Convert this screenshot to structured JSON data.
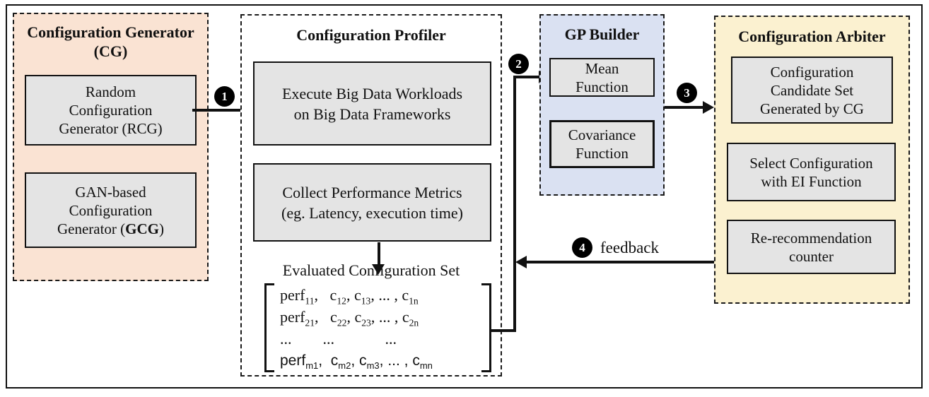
{
  "diagram": {
    "colors": {
      "cg_bg": "#fae3d3",
      "gp_bg": "#dae1f2",
      "arbiter_bg": "#fbf1d0",
      "box_bg": "#e4e4e4",
      "line": "#111111"
    },
    "cg": {
      "title": [
        "Configuration Generator",
        "(CG)"
      ],
      "rcg_lines": [
        "Random",
        "Configuration",
        "Generator (RCG)"
      ],
      "gcg_lines": [
        "GAN-based",
        "Configuration"
      ],
      "gcg_last_prefix": "Generator (",
      "gcg_acronym": "GCG",
      "gcg_last_suffix": ")"
    },
    "profiler": {
      "title": "Configuration Profiler",
      "execute_lines": [
        "Execute Big Data Workloads",
        "on Big Data Frameworks"
      ],
      "collect_lines": [
        "Collect Performance Metrics",
        "(eg. Latency, execution time)"
      ],
      "evaluated_label": "Evaluated Configuration Set",
      "matrix": {
        "rows": [
          {
            "font": "serif",
            "cells": [
              [
                "perf",
                "11"
              ],
              [
                ",   c",
                "12"
              ],
              [
                ", c",
                "13"
              ],
              [
                ", ... , c",
                "1n"
              ]
            ]
          },
          {
            "font": "serif",
            "cells": [
              [
                "perf",
                "21"
              ],
              [
                ",   c",
                "22"
              ],
              [
                ", c",
                "23"
              ],
              [
                ", ... , c",
                "2n"
              ]
            ]
          },
          {
            "font": "serif",
            "cells": [
              [
                "...        ...             ...",
                ""
              ]
            ]
          },
          {
            "font": "sans",
            "cells": [
              [
                "perf",
                "m1"
              ],
              [
                ",  c",
                "m2"
              ],
              [
                ", c",
                "m3"
              ],
              [
                ", ... , c",
                "mn"
              ]
            ]
          }
        ]
      }
    },
    "gp": {
      "title": "GP Builder",
      "mean_lines": [
        "Mean",
        "Function"
      ],
      "covariance_lines": [
        "Covariance",
        "Function"
      ]
    },
    "arbiter": {
      "title": "Configuration Arbiter",
      "candidate_lines": [
        "Configuration",
        "Candidate Set",
        "Generated by CG"
      ],
      "select_lines": [
        "Select Configuration",
        "with EI Function"
      ],
      "rerec_lines": [
        "Re-recommendation",
        "counter"
      ]
    },
    "flow": {
      "step1": "1",
      "step2": "2",
      "step3": "3",
      "step4": "4",
      "feedback_label": "feedback"
    }
  }
}
